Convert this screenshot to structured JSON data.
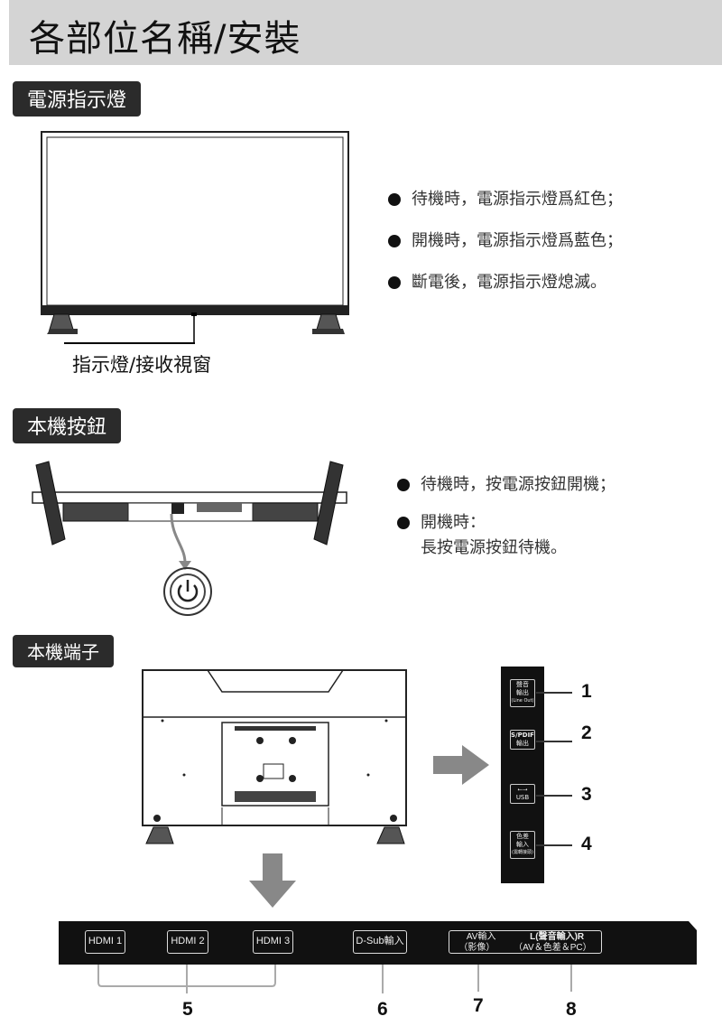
{
  "page_title": "各部位名稱/安裝",
  "sections": {
    "power_indicator": {
      "label": "電源指示燈",
      "bullets": [
        "待機時，電源指示燈爲紅色；",
        "開機時，電源指示燈爲藍色；",
        "斷電後，電源指示燈熄滅。"
      ],
      "caption": "指示燈/接收視窗"
    },
    "buttons": {
      "label": "本機按鈕",
      "bullet1": "待機時，按電源按鈕開機；",
      "bullet2_line1": "開機時：",
      "bullet2_line2": "長按電源按鈕待機。"
    },
    "terminals": {
      "label": "本機端子",
      "side_ports": [
        {
          "line1": "聲音",
          "line2": "輸出",
          "note": "(Line Out)",
          "number": "1"
        },
        {
          "line1": "S/PDIF",
          "line2": "輸出",
          "note": "",
          "number": "2"
        },
        {
          "line1": "⭠⭢",
          "line2": "USB",
          "note": "",
          "number": "3"
        },
        {
          "line1": "色差",
          "line2": "輸入",
          "note": "(需轉接頭)",
          "number": "4"
        }
      ],
      "bottom_ports": {
        "hdmi1": "HDMI 1",
        "hdmi2": "HDMI 2",
        "hdmi3": "HDMI 3",
        "dsub": "D-Sub輸入",
        "av_line1": "AV輸入",
        "av_line2": "（影像）",
        "audio_line1": "L(聲音輸入)R",
        "audio_line2": "（AV＆色差＆PC）"
      },
      "bottom_numbers": [
        "5",
        "6",
        "7",
        "8"
      ]
    }
  }
}
